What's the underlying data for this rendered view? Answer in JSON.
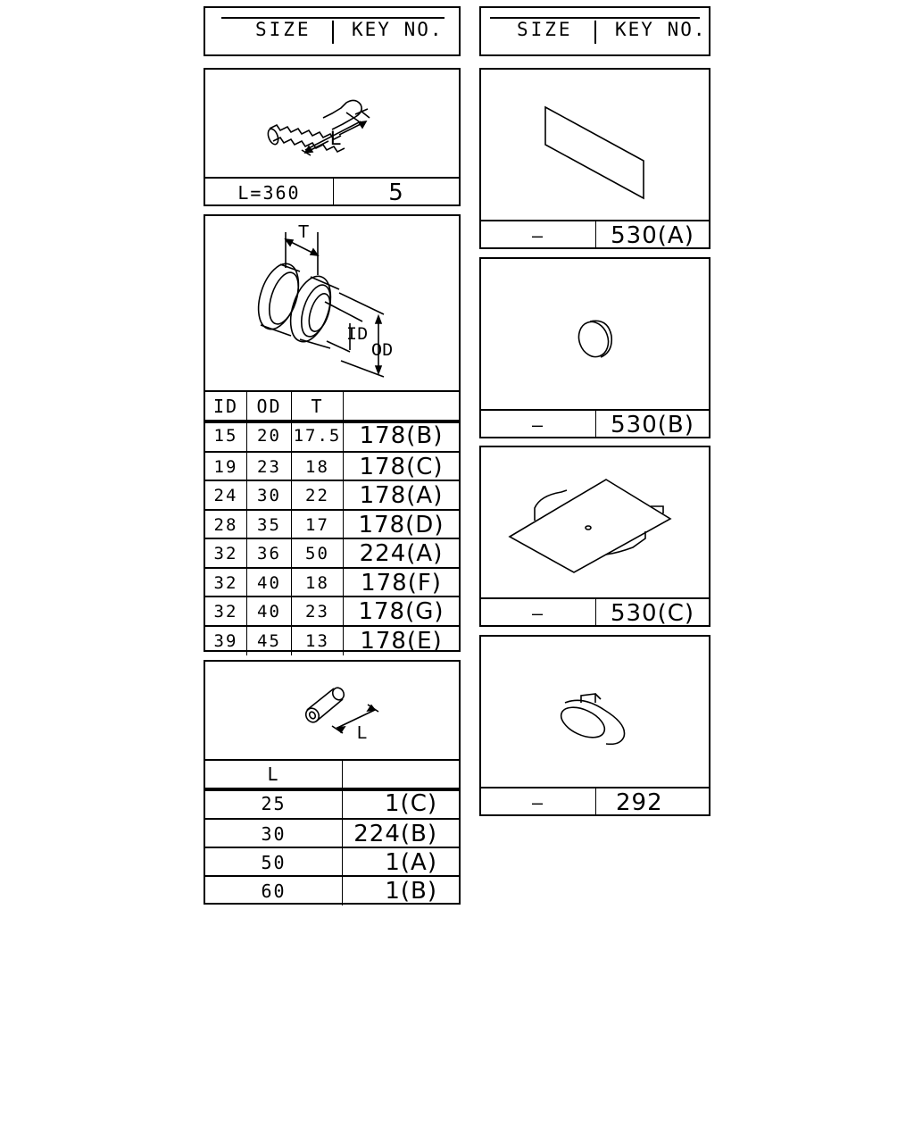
{
  "header": {
    "size_label": "SIZE",
    "key_label": "KEY NO."
  },
  "spring": {
    "size": "L=360",
    "key": "5",
    "dim_label": "L"
  },
  "grommet": {
    "dims": {
      "t": "T",
      "id": "ID",
      "od": "OD"
    },
    "columns": [
      "ID",
      "OD",
      "T",
      ""
    ],
    "rows": [
      {
        "id": "15",
        "od": "20",
        "t": "17.5",
        "key": "178(B)"
      },
      {
        "id": "19",
        "od": "23",
        "t": "18",
        "key": "178(C)"
      },
      {
        "id": "24",
        "od": "30",
        "t": "22",
        "key": "178(A)"
      },
      {
        "id": "28",
        "od": "35",
        "t": "17",
        "key": "178(D)"
      },
      {
        "id": "32",
        "od": "36",
        "t": "50",
        "key": "224(A)"
      },
      {
        "id": "32",
        "od": "40",
        "t": "18",
        "key": "178(F)"
      },
      {
        "id": "32",
        "od": "40",
        "t": "23",
        "key": "178(G)"
      },
      {
        "id": "39",
        "od": "45",
        "t": "13",
        "key": "178(E)"
      }
    ]
  },
  "tube": {
    "dim_label": "L",
    "columns": [
      "L",
      ""
    ],
    "rows": [
      {
        "l": "25",
        "key": "1(C)"
      },
      {
        "l": "30",
        "key": "224(B)"
      },
      {
        "l": "50",
        "key": "1(A)"
      },
      {
        "l": "60",
        "key": "1(B)"
      }
    ]
  },
  "pad_a": {
    "size": "–",
    "key": "530(A)"
  },
  "pad_b": {
    "size": "–",
    "key": "530(B)"
  },
  "pad_c": {
    "size": "–",
    "key": "530(C)"
  },
  "plug": {
    "size": "–",
    "key": "292"
  }
}
